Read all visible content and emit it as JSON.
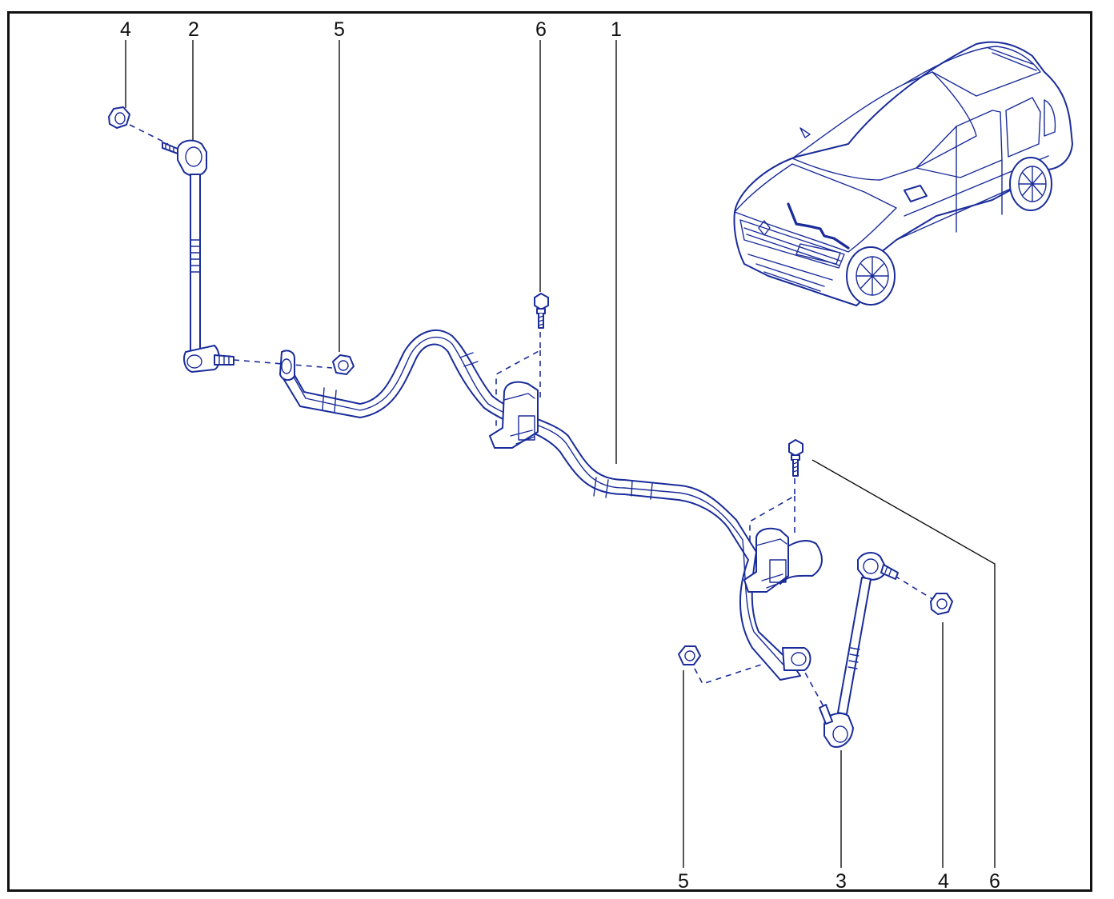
{
  "colors": {
    "line": "#1a2c9a",
    "leader": "#111111",
    "frame": "#111111",
    "background": "#ffffff"
  },
  "callouts": {
    "c4_left": "4",
    "c2": "2",
    "c5_top": "5",
    "c6_top": "6",
    "c1": "1",
    "c5_bottom": "5",
    "c3": "3",
    "c4_bottom": "4",
    "c6_bottom": "6"
  },
  "parts": {
    "p1": "stabilizer-bar",
    "p2": "left-stabilizer-link",
    "p3": "right-stabilizer-link",
    "p4": "link-nut",
    "p5": "bar-end-nut",
    "p6": "bracket-bolt"
  }
}
